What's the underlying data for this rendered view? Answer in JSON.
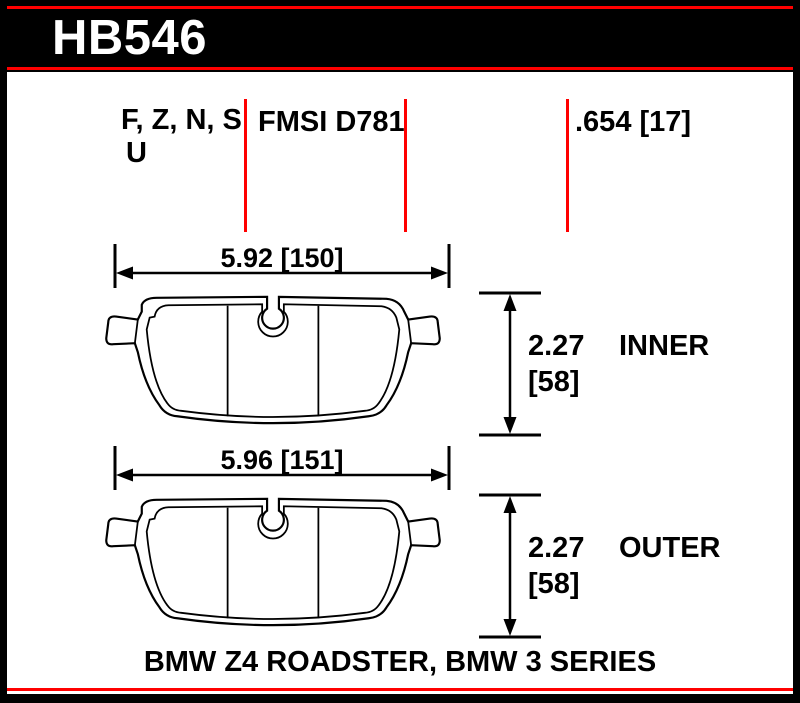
{
  "colors": {
    "accent_red": "#ff0000",
    "ink": "#000000",
    "paper": "#ffffff"
  },
  "header": {
    "part_number": "HB546"
  },
  "specs": {
    "compounds_line1": "F, Z, N, S",
    "compounds_line2": "U",
    "fmsi": "FMSI D781",
    "thickness": ".654 [17]"
  },
  "pads": {
    "inner": {
      "width": "5.92 [150]",
      "height_in": "2.27",
      "height_mm": "[58]",
      "label": "INNER"
    },
    "outer": {
      "width": "5.96 [151]",
      "height_in": "2.27",
      "height_mm": "[58]",
      "label": "OUTER"
    }
  },
  "footer": {
    "application": "BMW Z4 ROADSTER, BMW 3 SERIES"
  }
}
